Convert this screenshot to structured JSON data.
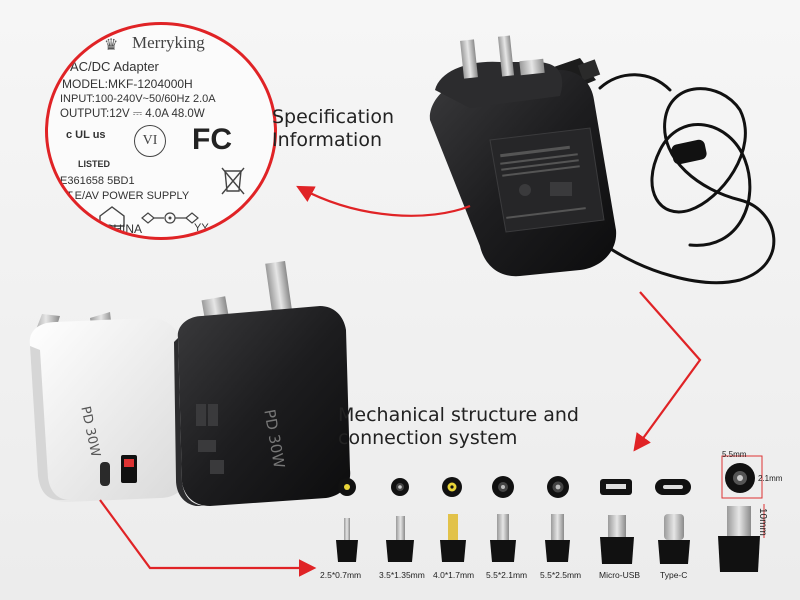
{
  "captions": {
    "specification_line1": "Specification",
    "specification_line2": "Information",
    "mechanical_line1": "Mechanical structure and",
    "mechanical_line2": "connection system"
  },
  "label": {
    "brand": "Merryking",
    "title": "AC/DC Adapter",
    "model": "MODEL:MKF-1204000H",
    "input": "INPUT:100-240V~50/60Hz 2.0A",
    "output": "OUTPUT:12V ⎓ 4.0A 48.0W",
    "ul_text": "c UL us",
    "listed": "LISTED",
    "vi": "VI",
    "fc": "FC",
    "file_number": "E361658 5BD1",
    "ite": "I.T.E/AV POWER SUPPLY",
    "made_in": "E IN CHINA",
    "yy": "YY"
  },
  "chargers": {
    "white_text": "PD 30W",
    "black_text": "PD 30W"
  },
  "connectors": [
    {
      "label": "2.5*0.7mm"
    },
    {
      "label": "3.5*1.35mm"
    },
    {
      "label": "4.0*1.7mm"
    },
    {
      "label": "5.5*2.1mm"
    },
    {
      "label": "5.5*2.5mm"
    },
    {
      "label": "Micro-USB"
    },
    {
      "label": "Type-C"
    }
  ],
  "dimensions": {
    "outer": "5.5mm",
    "inner": "2.1mm",
    "length": "10mm"
  },
  "colors": {
    "accent_red": "#e02326",
    "adapter_black": "#1d1d1f",
    "charger_white": "#f2f2f2"
  }
}
